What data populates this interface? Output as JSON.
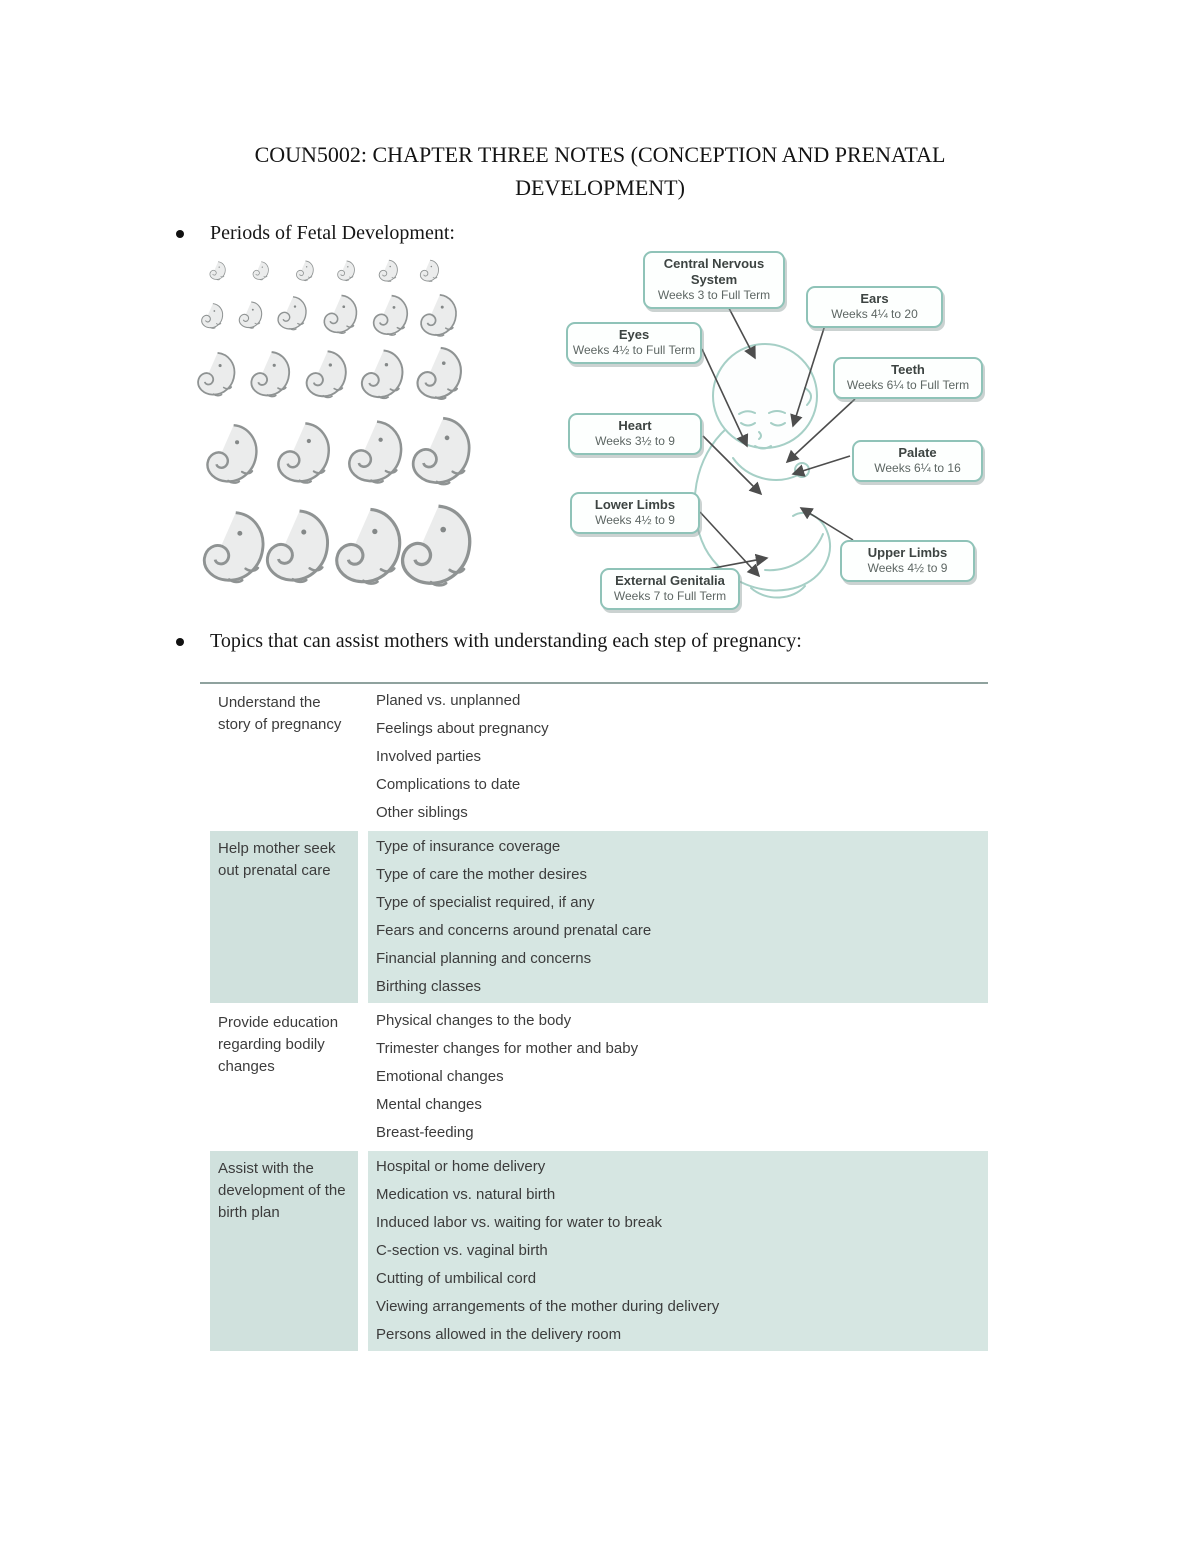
{
  "header": {
    "title_line1": "COUN5002: CHAPTER THREE NOTES (CONCEPTION AND PRENATAL",
    "title_line2": "DEVELOPMENT)"
  },
  "bullets": {
    "first": "Periods of Fetal Development:",
    "second": "Topics that can assist mothers with understanding each step of pregnancy:"
  },
  "diagram": {
    "labels": [
      {
        "name": "Central Nervous System",
        "weeks": "Weeks 3 to Full Term"
      },
      {
        "name": "Ears",
        "weeks": "Weeks 4¼ to 20"
      },
      {
        "name": "Eyes",
        "weeks": "Weeks 4½ to Full Term"
      },
      {
        "name": "Teeth",
        "weeks": "Weeks 6¼ to Full Term"
      },
      {
        "name": "Heart",
        "weeks": "Weeks 3½ to 9"
      },
      {
        "name": "Palate",
        "weeks": "Weeks 6¼ to 16"
      },
      {
        "name": "Lower Limbs",
        "weeks": "Weeks 4½ to 9"
      },
      {
        "name": "Upper Limbs",
        "weeks": "Weeks 4½ to 9"
      },
      {
        "name": "External Genitalia",
        "weeks": "Weeks 7 to Full Term"
      }
    ]
  },
  "table": {
    "rows": [
      {
        "topic": "Understand the story of pregnancy",
        "items": [
          "Planed vs. unplanned",
          "Feelings about pregnancy",
          "Involved parties",
          "Complications to date",
          "Other siblings"
        ]
      },
      {
        "topic": "Help mother seek out prenatal care",
        "items": [
          "Type of insurance coverage",
          "Type of care the mother desires",
          "Type of specialist required, if any",
          "Fears and concerns around prenatal care",
          "Financial planning and concerns",
          "Birthing classes"
        ]
      },
      {
        "topic": "Provide education regarding bodily changes",
        "items": [
          "Physical changes to the body",
          "Trimester changes for mother and baby",
          "Emotional changes",
          "Mental changes",
          "Breast-feeding"
        ]
      },
      {
        "topic": "Assist with the development of the birth plan",
        "items": [
          "Hospital or home delivery",
          "Medication vs. natural birth",
          "Induced labor vs. waiting for water to break",
          "C-section vs. vaginal birth",
          "Cutting of umbilical cord",
          "Viewing arrangements of the mother during delivery",
          "Persons allowed in the delivery room"
        ]
      }
    ]
  },
  "colors": {
    "accent-border": "#8fc3b8",
    "row-teal": "#d6e6e2",
    "row-teal-left": "#d0e1dd",
    "rule": "#8fa29e",
    "fetus-stroke": "#a6cfc6",
    "arrow": "#4d4d4d",
    "text-dark": "#3c3c3c"
  }
}
